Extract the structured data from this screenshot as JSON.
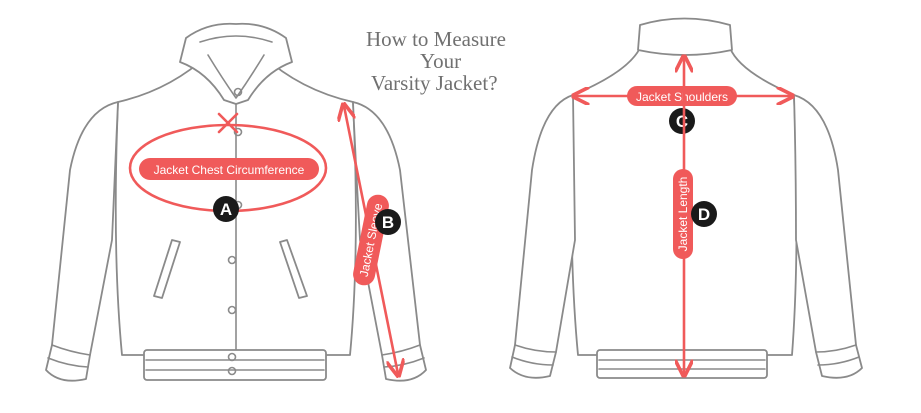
{
  "title": {
    "line1": "How to Measure",
    "line2": "Your",
    "line3": "Varsity Jacket?"
  },
  "measurements": {
    "chest": {
      "label": "Jacket Chest Circumference",
      "letter": "A"
    },
    "sleeve": {
      "label": "Jacket Sleeve",
      "letter": "B"
    },
    "shoulders": {
      "label": "Jacket Shoulders",
      "letter": "C"
    },
    "length": {
      "label": "Jacket Length",
      "letter": "D"
    }
  },
  "colors": {
    "measure": "#f05a5a",
    "badge": "#1a1a1a",
    "outline": "#8a8a8a",
    "title": "#707070"
  }
}
